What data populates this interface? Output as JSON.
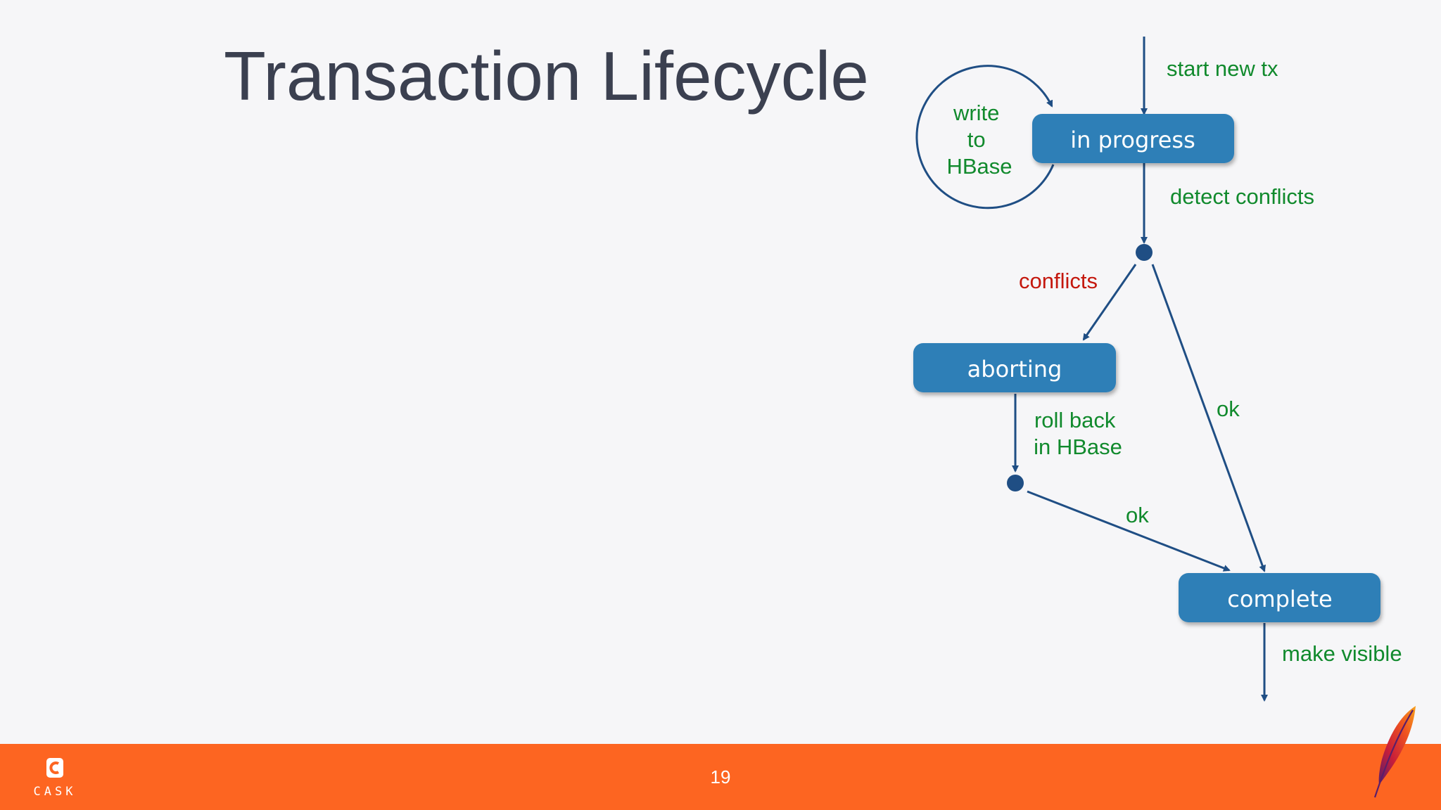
{
  "slide": {
    "title": "Transaction Lifecycle",
    "page_number": "19"
  },
  "diagram": {
    "states": {
      "in_progress": "in progress",
      "aborting": "aborting",
      "complete": "complete"
    },
    "transitions": {
      "start": "start new tx",
      "self_loop": [
        "write",
        "to",
        "HBase"
      ],
      "detect": "detect conflicts",
      "conflicts": "conflicts",
      "ok_direct": "ok",
      "rollback": [
        "roll back",
        "in HBase"
      ],
      "ok_after_rollback": "ok",
      "make_visible": "make visible"
    }
  },
  "footer": {
    "brand_logo_text": "CASK",
    "brand_icon": "cask-c-icon",
    "partner_icon": "apache-feather-icon"
  },
  "colors": {
    "node_fill": "#2f7fb7",
    "arrow": "#1f4e84",
    "label_green": "#118a2d",
    "label_red": "#c4180e",
    "footer": "#fd6521",
    "title": "#3b4050"
  }
}
